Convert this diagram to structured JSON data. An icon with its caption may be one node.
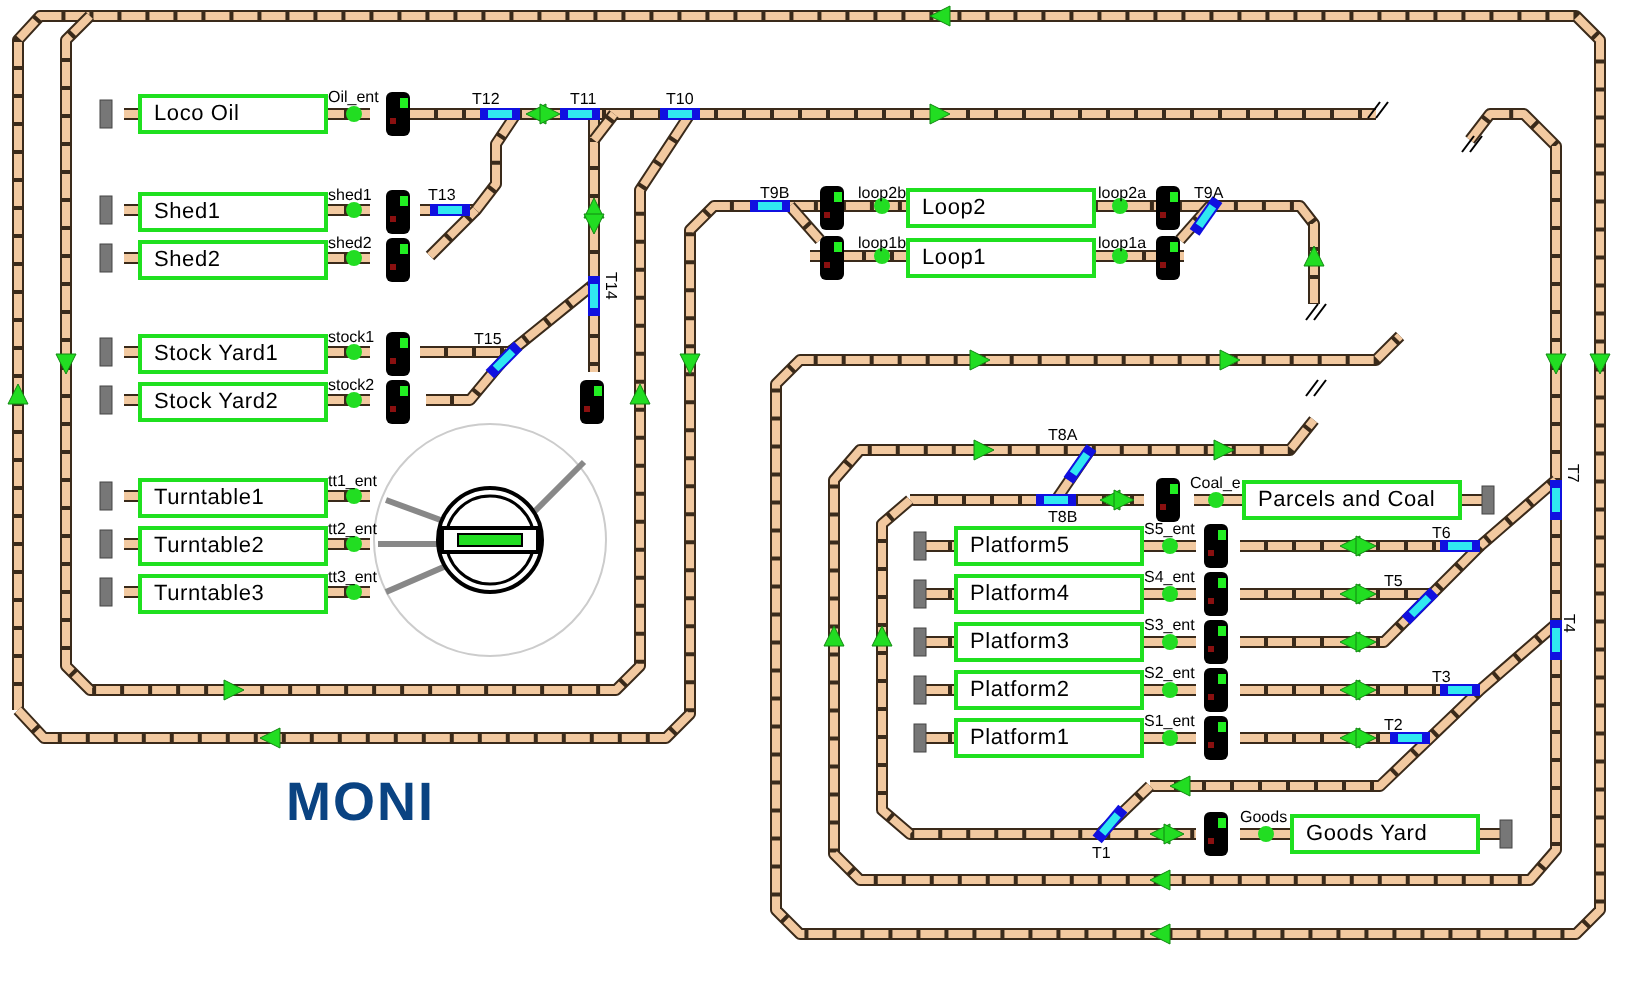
{
  "diagram": {
    "title": "MONI",
    "nodes": [
      {
        "text": [
          "Loco Oil"
        ]
      },
      {
        "text": [
          "Shed1"
        ]
      },
      {
        "text": [
          "Shed2"
        ]
      },
      {
        "text": [
          "Stock Yard1"
        ]
      },
      {
        "text": [
          "Stock Yard2"
        ]
      },
      {
        "text": [
          "Turntable1"
        ]
      },
      {
        "text": [
          "Turntable2"
        ]
      },
      {
        "text": [
          "Turntable3"
        ]
      },
      {
        "text": [
          "Loop2"
        ]
      },
      {
        "text": [
          "Loop1"
        ]
      },
      {
        "text": [
          "Parcels and Coal"
        ]
      },
      {
        "text": [
          "Platform5"
        ]
      },
      {
        "text": [
          "Platform4"
        ]
      },
      {
        "text": [
          "Platform3"
        ]
      },
      {
        "text": [
          "Platform2"
        ]
      },
      {
        "text": [
          "Platform1"
        ]
      },
      {
        "text": [
          "Goods Yard"
        ]
      }
    ],
    "labels": [
      "Oil_ent",
      "T12",
      "T11",
      "T10",
      "shed1",
      "T13",
      "T9B",
      "loop2b",
      "loop2a",
      "T9A",
      "shed2",
      "loop1b",
      "loop1a",
      "T14",
      "stock1",
      "T15",
      "stock2",
      "T8A",
      "tt1_ent",
      "Coal_e",
      "T7",
      "T8B",
      "tt2_ent",
      "S5_ent",
      "T6",
      "tt3_ent",
      "S4_ent",
      "T5",
      "S3_ent",
      "T4",
      "T3",
      "S2_ent",
      "T2",
      "S1_ent",
      "Goods",
      "T1"
    ]
  }
}
